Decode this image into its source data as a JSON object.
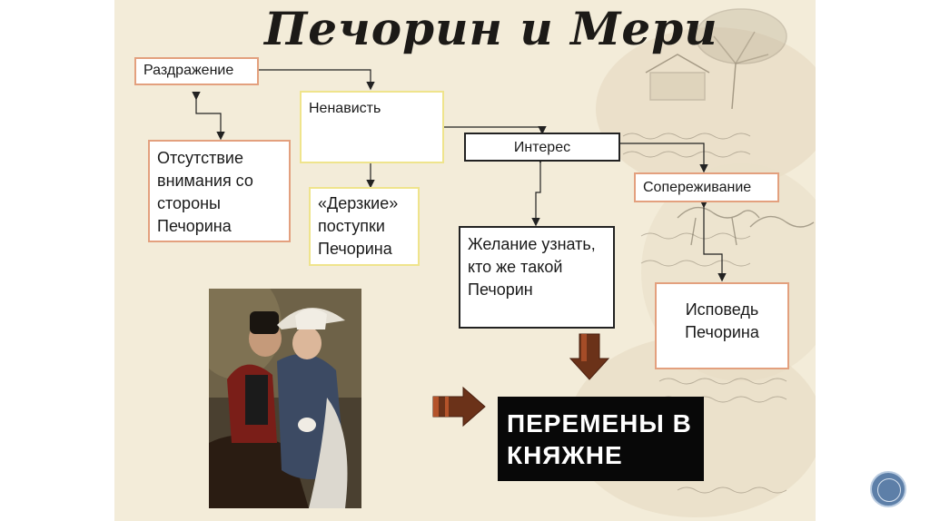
{
  "title": "Печорин и Мери",
  "boxes": {
    "irritation": "Раздражение",
    "hatred": "Ненависть",
    "interest": "Интерес",
    "empathy": "Сопереживание",
    "lack_attention": "Отсутствие внимания со стороны Печорина",
    "bold_actions": "«Дерзкие» поступки Печорина",
    "desire": "Желание узнать, кто же такой Печорин",
    "confession": "Исповедь Печорина"
  },
  "result": "ПЕРЕМЕНЫ В КНЯЖНЕ",
  "colors": {
    "slide_bg": "#f3ecd9",
    "red_border": "#e3a07e",
    "yellow_border": "#efe48c",
    "arrow_brown": "#7a3a1a",
    "result_bg": "#080808",
    "nav_button": "#5d7fa8"
  }
}
